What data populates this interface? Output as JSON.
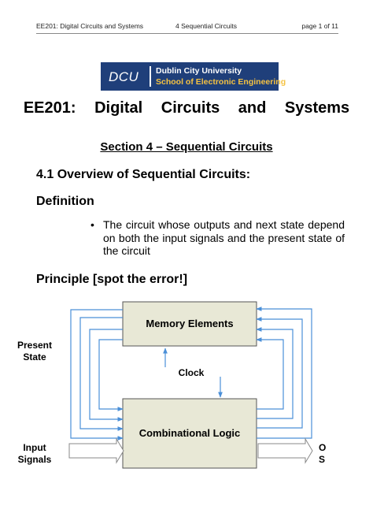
{
  "header": {
    "left": "EE201: Digital Circuits and Systems",
    "center": "4 Sequential Circuits",
    "right": "page 1 of 11"
  },
  "logo": {
    "mark": "DCU",
    "line1": "Dublin City University",
    "line2": "School of Electronic Engineering",
    "colors": {
      "background": "#1f3f7a",
      "line2": "#f5c242"
    }
  },
  "title": "EE201:    Digital Circuits and Systems",
  "section_title": "Section 4 – Sequential Circuits",
  "overview_heading": "4.1 Overview of Sequential Circuits:",
  "definition_heading": "Definition",
  "definition_bullet": "The circuit whose outputs and next state depend on both the input signals and the present state of the circuit",
  "principle_heading": "Principle [spot the error!]",
  "diagram": {
    "memory_label": "Memory Elements",
    "combinational_label": "Combinational Logic",
    "clock_label": "Clock",
    "present_state_label": "Present\nState",
    "input_label": "Input\nSignals",
    "output_label_visible": "O\nS",
    "colors": {
      "block_fill": "#e8e8d6",
      "wire": "#4a8fd8"
    }
  }
}
